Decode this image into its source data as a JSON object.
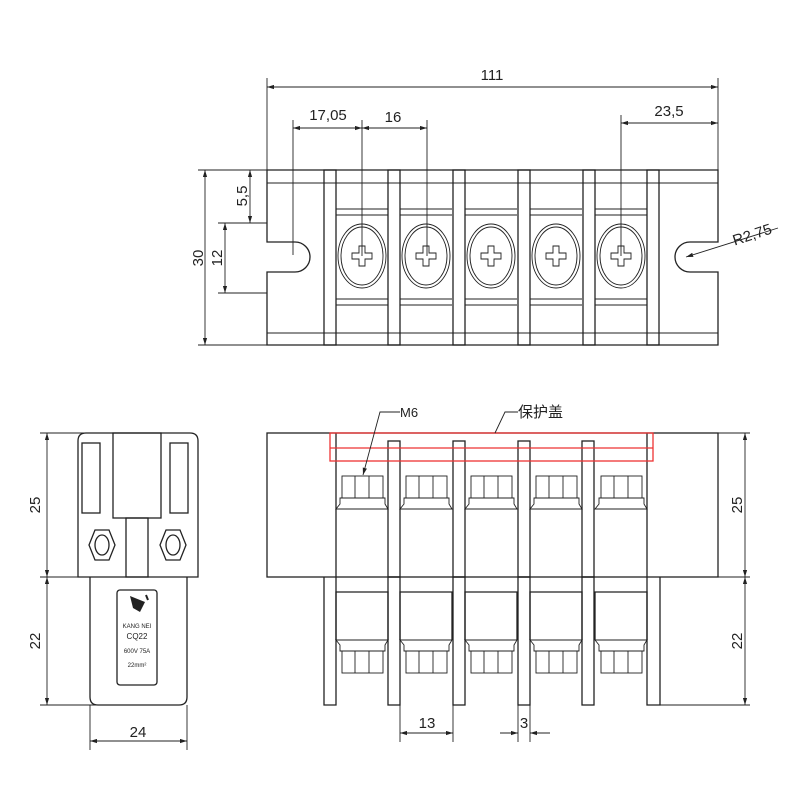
{
  "top_view": {
    "dim_total": "111",
    "dim_edge_to_first": "17,05",
    "dim_pitch": "16",
    "dim_last_to_edge": "23,5",
    "dim_radius": "R2,75",
    "dim_height": "30",
    "dim_slot_offset": "5,5",
    "dim_slot_width": "12"
  },
  "side_view": {
    "dim_upper": "25",
    "dim_lower": "22",
    "dim_width": "24",
    "label": {
      "brand": "KANG NEI",
      "model": "CQ22",
      "rating": "600V 75A",
      "wire": "22mm²"
    }
  },
  "front_view": {
    "callout_screw": "M6",
    "callout_cover": "保护盖",
    "dim_upper": "25",
    "dim_lower": "22",
    "dim_cell": "13",
    "dim_rib": "3"
  },
  "colors": {
    "line": "#222222",
    "cover": "#ee3333"
  }
}
